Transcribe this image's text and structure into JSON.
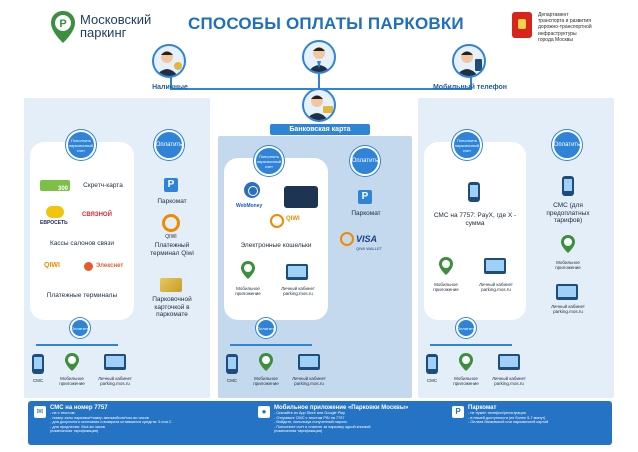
{
  "header": {
    "brand_line1": "Московский",
    "brand_line2": "паркинг",
    "brand_logo_letter": "P",
    "title": "СПОСОБЫ ОПЛАТЫ ПАРКОВКИ",
    "dept_lines": [
      "Департамент",
      "транспорта и развития",
      "дорожно-транспортной",
      "инфраструктуры",
      "города Москвы"
    ]
  },
  "colors": {
    "primary": "#2f84d8",
    "panel_light": "#e4eef8",
    "panel_mid": "#c5d9ee",
    "footer": "#2573c4"
  },
  "sections": {
    "cash": {
      "tab": "Наличные",
      "topup_circle": "Пополнить парковочный счет",
      "pay_circle": "Оплатить",
      "scratch_card": "Скретч-карта",
      "scratch_value": "300",
      "brands_a": "ЕВРОСЕТЬ",
      "brands_b": "СВЯЗНОЙ",
      "cash_registers": "Кассы салонов связи",
      "qiwi_brand": "QIWI",
      "eleksnet": "Элекснет",
      "terminals": "Платежные терминалы",
      "parkomat": "Паркомат",
      "qiwi_terminal": "Платежный терминал Qiwi",
      "parking_card": "Парковочной карточкой в паркомате",
      "pay_small": "Оплатить",
      "sms": "СМС",
      "app": "Мобильное приложение",
      "cabinet": "Личный кабинет parking.mos.ru"
    },
    "bank": {
      "tab": "Банковская карта",
      "topup_circle": "Пополнить парковочный счет",
      "pay_circle": "Оплатить",
      "webmoney": "WebMoney",
      "wallets": "Электронные кошельки",
      "app": "Мобильное приложение",
      "cabinet": "Личный кабинет parking.mos.ru",
      "parkomat": "Паркомат",
      "qiwi_wallet": "QIWI WALLET",
      "visa": "VISA",
      "pay_small": "Оплатить",
      "sms": "СМС",
      "app2": "Мобильное приложение",
      "cabinet2": "Личный кабинет parking.mos.ru"
    },
    "mobile": {
      "tab": "Мобильный телефон",
      "topup_circle": "Пополнить парковочный счет",
      "pay_circle": "Оплатить",
      "sms_payment": "СМС на 7757: PayX, где X - сумма",
      "app": "Мобильное приложение",
      "cabinet": "Личный кабинет parking.mos.ru",
      "sms_prepaid": "СМС (для предоплатных тарифов)",
      "app_right": "Мобильное приложение",
      "cabinet_right": "Личный кабинет parking.mos.ru",
      "pay_small": "Оплатить",
      "sms": "СМС",
      "app2": "Мобильное приложение",
      "cabinet2": "Личный кабинет parking.mos.ru"
    }
  },
  "footer": {
    "sms_title": "СМС на номер 7757",
    "sms_lines": [
      "- на  с текстом:",
      "- номер зоны парковки*номер автомобиля*кол-во часов",
      "- для  досрочного окончания и возврата оставшихся средств: 5 или С",
      "- для продления: Xkol-во часов",
      "(помесячная тарификация)"
    ],
    "app_title": "Мобильное приложение «Парковки Москвы»",
    "app_lines": [
      "- Скачайте из App Store или Google Play",
      "- Отправьте СМС с текстом PIN на 7757",
      "- Войдите, используя полученный пароль",
      "- Пополните счет и платите за парковку одной кнопкой",
      "(помесячная тарификация)"
    ],
    "parkomat_title": "Паркомат",
    "parkomat_lines": [
      "- не нужен телефон/регистрация",
      "- в пешей доступности (не более 5-7 минут)",
      "- Оплата банковской или парковочной картой"
    ]
  }
}
